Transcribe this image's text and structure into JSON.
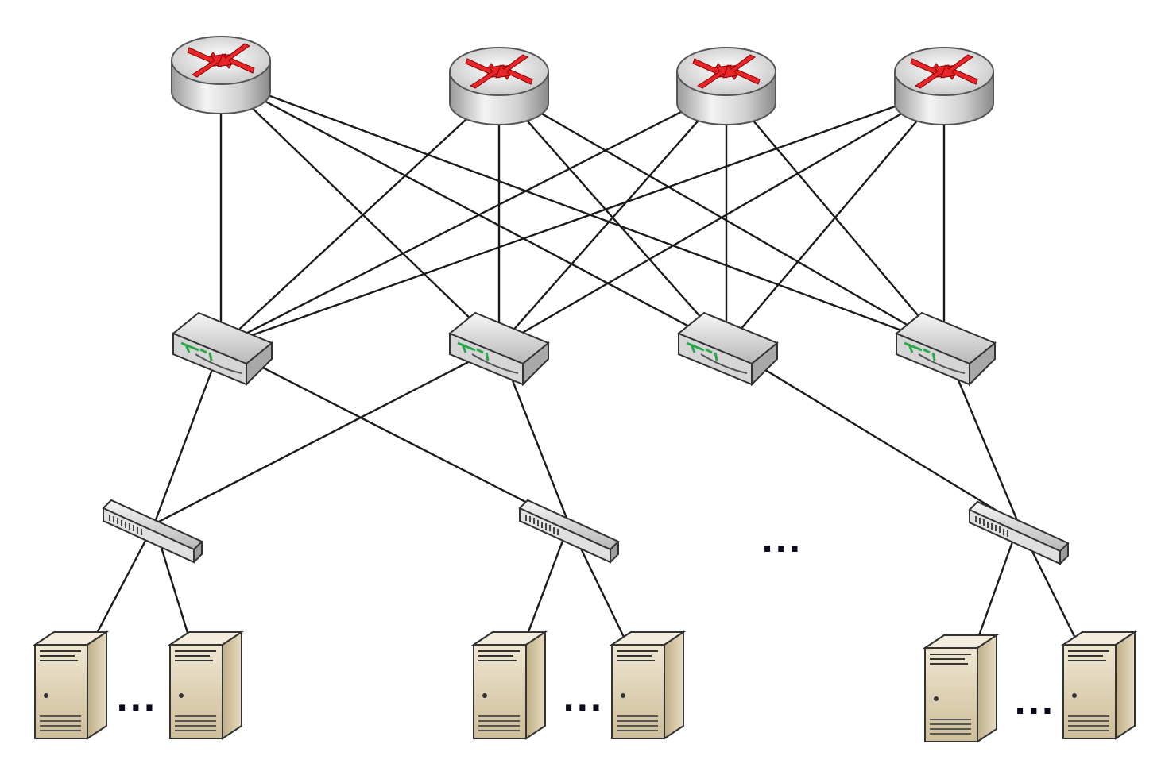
{
  "diagram": {
    "tiers": {
      "core": {
        "icon": "router-icon",
        "count": 4
      },
      "aggregation": {
        "icon": "layer3-switch-icon",
        "count": 4
      },
      "access": {
        "icon": "access-switch-icon",
        "count": 3
      },
      "servers": {
        "icon": "server-icon",
        "count": 6
      }
    },
    "ellipsis": {
      "access_gap": "...",
      "servers_group_1": "...",
      "servers_group_2": "...",
      "servers_group_3": "..."
    },
    "colors": {
      "link": "#1a1a1a",
      "router_body": "#d8d8d8",
      "router_arrow": "#e8262a",
      "server_body": "#d9ccb0",
      "switch_body": "#e4e4e4",
      "switch_accent": "#2aa84a"
    }
  }
}
